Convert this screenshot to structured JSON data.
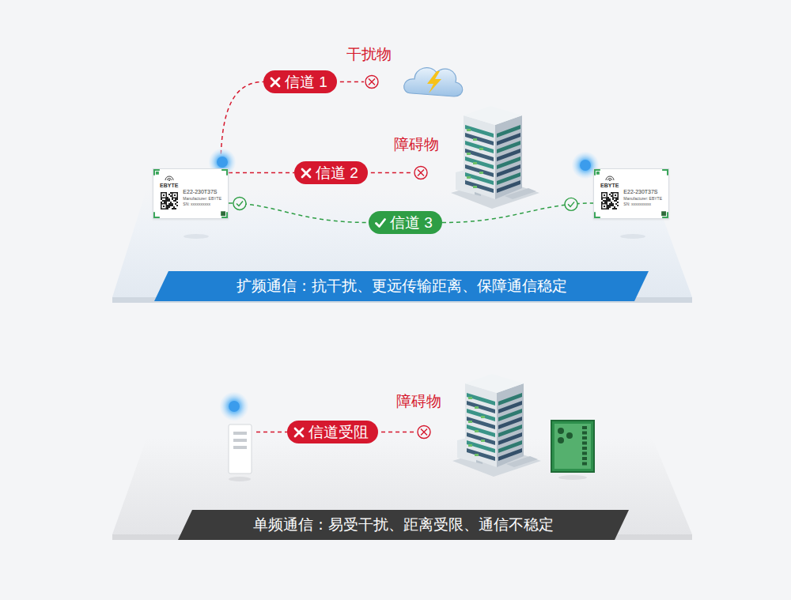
{
  "diagram": {
    "nodes": [
      {
        "text": [
          "EBYTE",
          "E22-230T37S",
          "Manufacturer: EBYTE",
          "SN: xxxxxxxxxx"
        ]
      },
      {
        "text": [
          "信道 1"
        ]
      },
      {
        "text": [
          "信道 2"
        ]
      },
      {
        "text": [
          "信道 3"
        ]
      },
      {
        "text": [
          "EBYTE",
          "E22-230T37S",
          "Manufacturer: EBYTE",
          "SN: xxxxxxxxxx"
        ]
      },
      {
        "text": [
          "扩频通信：抗干扰、更远传输距离、保障通信稳定"
        ]
      },
      {
        "text": [
          "信道受阻"
        ]
      },
      {
        "text": [
          "单频通信：易受干扰、距离受限、通信不稳定"
        ]
      }
    ],
    "edges": [
      {
        "from": 0,
        "to": 1,
        "arrow": "none"
      },
      {
        "from": 0,
        "to": 2,
        "arrow": "none"
      },
      {
        "from": 0,
        "to": 3,
        "arrow": "none"
      },
      {
        "from": 3,
        "to": 4,
        "arrow": "none"
      }
    ],
    "labels": [
      "干扰物",
      "障碍物",
      "障碍物"
    ]
  }
}
